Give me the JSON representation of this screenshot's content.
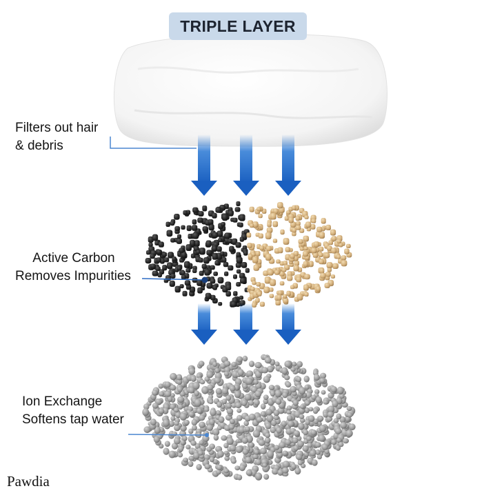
{
  "title": "TRIPLE LAYER",
  "layers": [
    {
      "line1": "Filters out hair",
      "line2": "& debris",
      "material": "white-filter-pad"
    },
    {
      "line1": "Active Carbon",
      "line2": "Removes Impurities",
      "material": "carbon-resin-pellets"
    },
    {
      "line1": "Ion Exchange",
      "line2": "Softens tap water",
      "material": "ion-exchange-beads"
    }
  ],
  "brand": "Pawdia",
  "colors": {
    "badge": "#c9d9ea",
    "arrow": "#1c6fd1",
    "carbon": "#2a2a2a",
    "resin": "#d7b98c",
    "ion": "#9a9a9a"
  }
}
